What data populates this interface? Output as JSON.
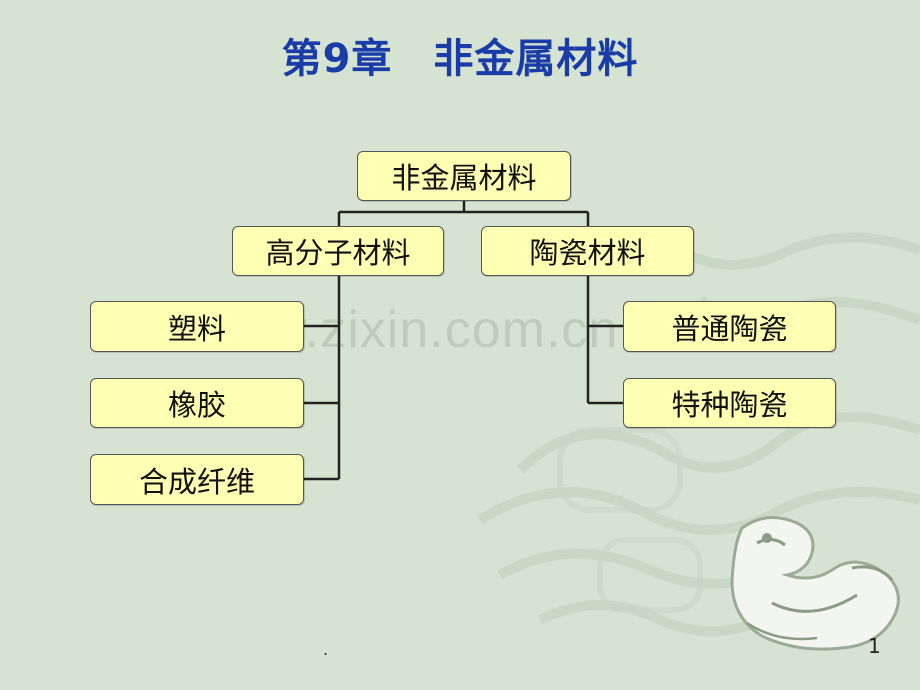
{
  "slide": {
    "title": "第9章　非金属材料",
    "watermark": "www.zixin.com.cn",
    "footer_mark": ".",
    "page_number": "1"
  },
  "diagram": {
    "root": "非金属材料",
    "branches": [
      {
        "label": "高分子材料",
        "children": [
          "塑料",
          "橡胶",
          "合成纤维"
        ]
      },
      {
        "label": "陶瓷材料",
        "children": [
          "普通陶瓷",
          "特种陶瓷"
        ]
      }
    ]
  },
  "colors": {
    "background": "#d6e3d2",
    "title": "#1a3ca8",
    "box_fill": "#ffffb3",
    "connector": "#222222"
  }
}
